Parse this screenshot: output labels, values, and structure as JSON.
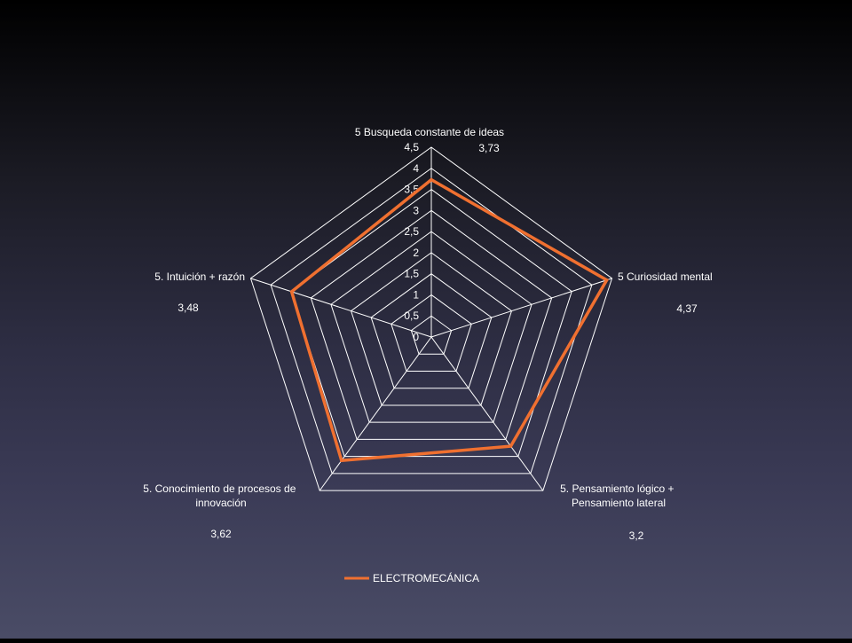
{
  "chart_data": {
    "type": "radar",
    "categories": [
      "5 Busqueda constante de ideas",
      "5 Curiosidad mental",
      "5. Pensamiento lógico + Pensamiento lateral",
      "5. Conocimiento de procesos de innovación",
      "5. Intuición + razón"
    ],
    "series": [
      {
        "name": "ELECTROMECÁNICA",
        "values": [
          3.73,
          4.37,
          3.2,
          3.62,
          3.48
        ],
        "color": "#f07030"
      }
    ],
    "data_labels": [
      "3,73",
      "4,37",
      "3,2",
      "3,62",
      "3,48"
    ],
    "rlim": [
      0,
      4.5
    ],
    "ticks": [
      0,
      0.5,
      1,
      1.5,
      2,
      2.5,
      3,
      3.5,
      4,
      4.5
    ],
    "tick_labels": [
      "0",
      "0,5",
      "1",
      "1,5",
      "2",
      "2,5",
      "3",
      "3,5",
      "4",
      "4,5"
    ],
    "grid": true,
    "legend": "bottom"
  },
  "colors": {
    "grid": "#ffffff",
    "text": "#ffffff",
    "series": "#f07030"
  }
}
